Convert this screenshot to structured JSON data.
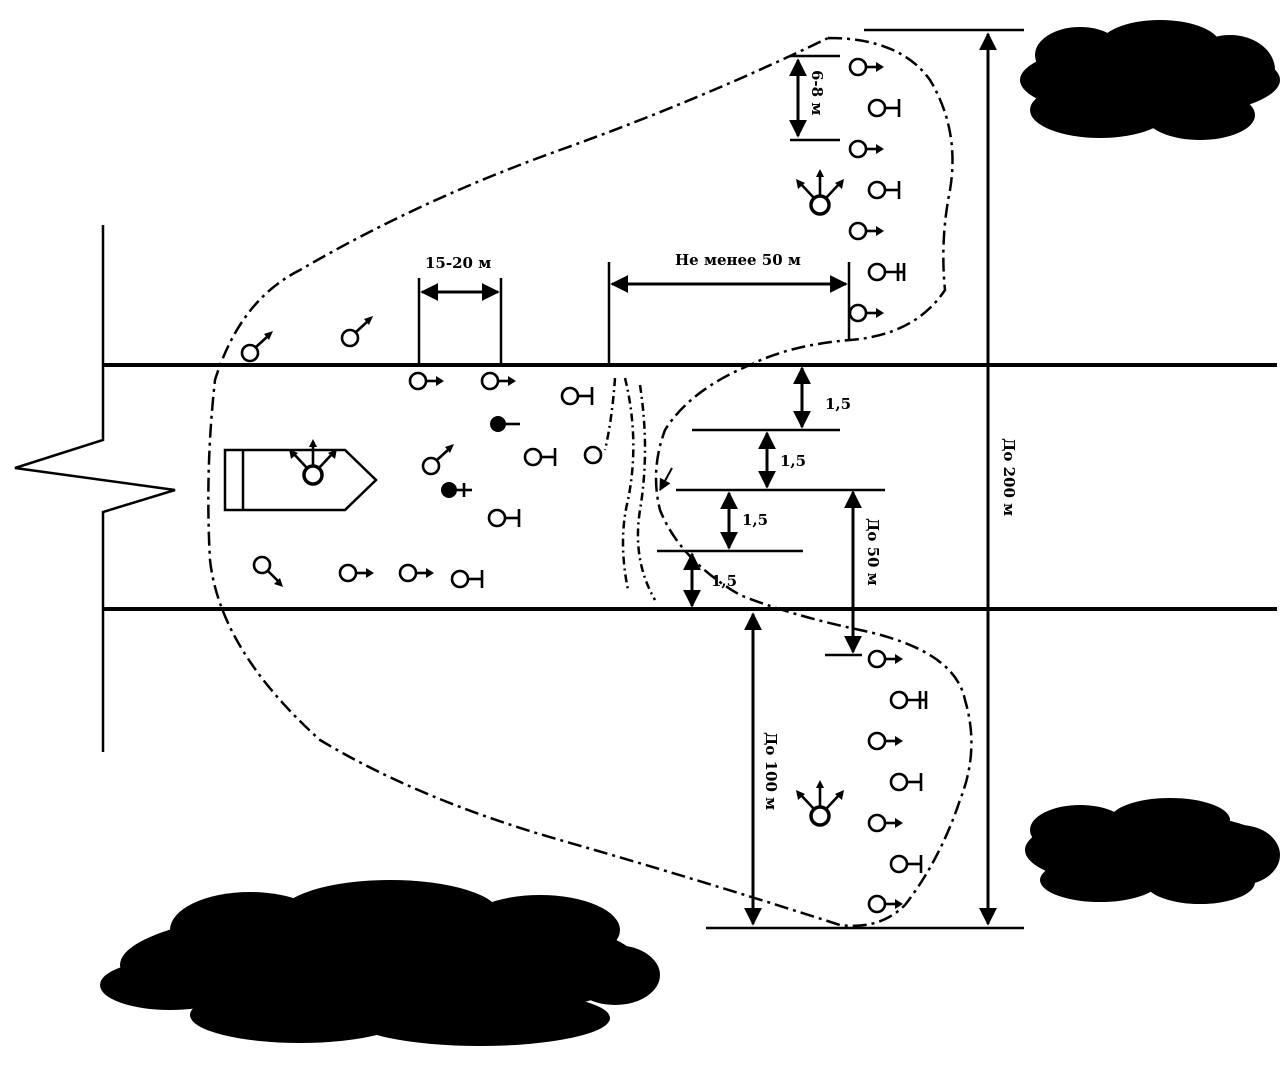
{
  "labels": {
    "spacing_15_20": "15-20 м",
    "not_less_50": "Не менее 50 м",
    "spacing_6_8": "6-8 м",
    "up_to_200": "До 200 м",
    "up_to_50": "До 50 м",
    "up_to_100": "До 100 м",
    "step": "1,5"
  },
  "colors": {
    "ink": "#000000",
    "background": "#ffffff"
  },
  "icons": {
    "soldier": "circle-with-arrow",
    "rifleman": "circle-with-t-bar",
    "machine_gunner": "circle-with-double-bar",
    "commander": "circle-with-three-arrows",
    "vehicle": "pentagon-vehicle",
    "terrain": "black-cloud-shape"
  }
}
